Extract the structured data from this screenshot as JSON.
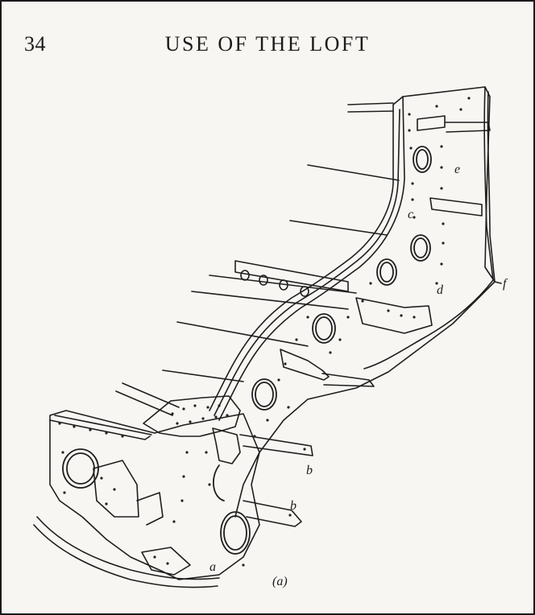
{
  "header": {
    "page_number": "34",
    "running_head": "USE OF THE LOFT"
  },
  "figure": {
    "caption": "(a)",
    "labels": {
      "a": "a",
      "b_upper": "b",
      "b_lower": "b",
      "c": "c",
      "d": "d",
      "e": "e",
      "f": "f"
    }
  }
}
